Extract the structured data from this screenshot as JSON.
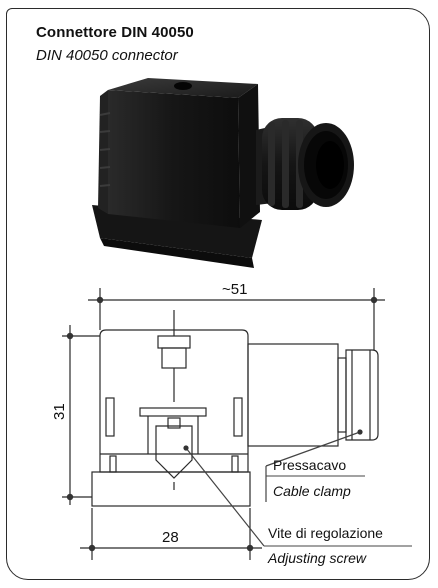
{
  "header": {
    "title": "Connettore DIN 40050",
    "subtitle": "DIN 40050 connector"
  },
  "drawing": {
    "dim_width_total": "~51",
    "dim_height": "31",
    "dim_width_body": "28",
    "callouts": [
      {
        "label": "Pressacavo",
        "label_en": "Cable clamp"
      },
      {
        "label": "Vite di regolazione",
        "label_en": "Adjusting screw"
      }
    ]
  },
  "photo": {
    "icon": "din-connector-photo",
    "color": "#1c1c1c"
  }
}
